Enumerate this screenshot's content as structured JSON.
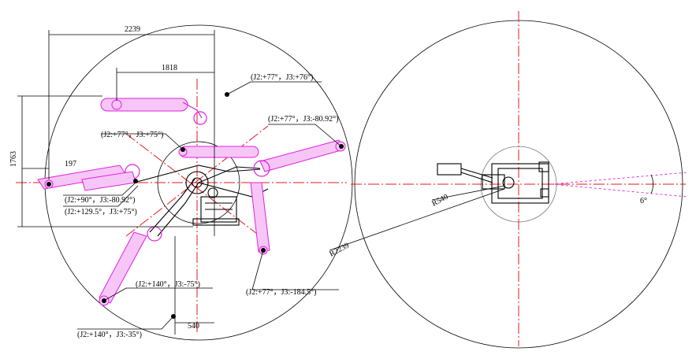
{
  "dimensions": {
    "width_total": "2239",
    "width_reach": "1818",
    "height_left": "1763",
    "offset_left": "197",
    "bottom_offset": "540",
    "radius_inner": "R540",
    "radius_outer": "R2239",
    "angle": "6°"
  },
  "poses": [
    {
      "label": "(J2:+77°，J3:+76°)"
    },
    {
      "label": "(J2:+77°，J3:-80.92°)"
    },
    {
      "label": "(J2:+77°，J3:+75°)"
    },
    {
      "label": "(J2:+90°，J3:-80.92°)"
    },
    {
      "label": "(J2:+129.5°，J3:+75°)"
    },
    {
      "label": "(J2:+140°，J3:-75°)"
    },
    {
      "label": "(J2:+140°，J3:-35°)"
    },
    {
      "label": "(J2:+77°，J3:-184.5°)"
    }
  ],
  "colors": {
    "workspace_line": "#000000",
    "centerline": "#e41a1a",
    "arm_outline": "#e020e0",
    "arm_fill": "#f6c6f6"
  }
}
